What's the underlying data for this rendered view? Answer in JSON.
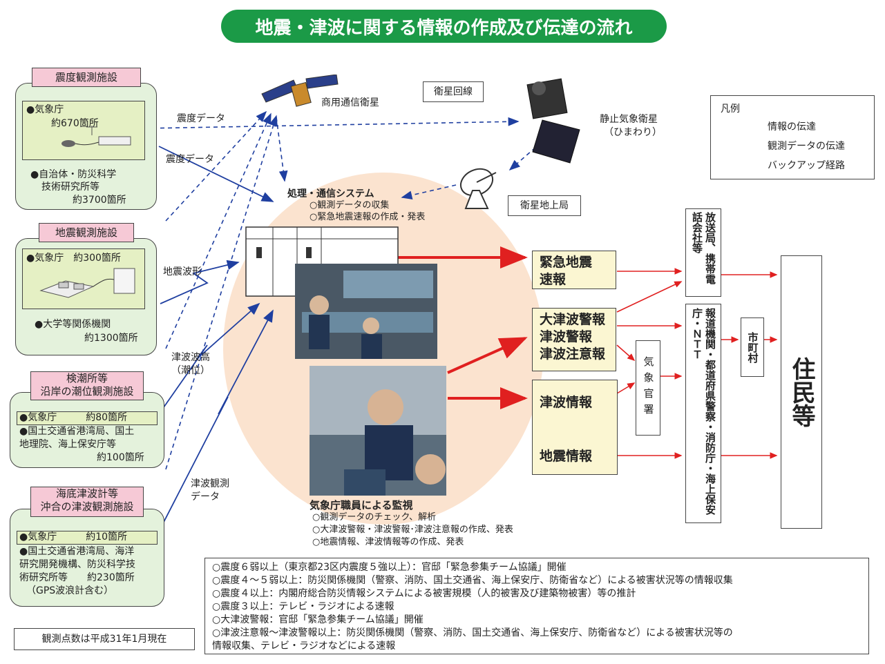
{
  "title": "地震・津波に関する情報の作成及び伝達の流れ",
  "facilities": {
    "shindo": {
      "tag": "震度観測施設",
      "jma_line1": "●気象庁",
      "jma_line2": "約670箇所",
      "other_line1": "●自治体・防災科学",
      "other_line2": "技術研究所等",
      "other_line3": "約3700箇所"
    },
    "jishin": {
      "tag": "地震観測施設",
      "jma_line1": "●気象庁　約300箇所",
      "other_line1": "●大学等関係機関",
      "other_line2": "約1300箇所"
    },
    "kencho": {
      "tag_line1": "検潮所等",
      "tag_line2": "沿岸の潮位観測施設",
      "jma_line": "●気象庁　　　約80箇所",
      "other_line1": "●国土交通省港湾局、国土",
      "other_line2": "地理院、海上保安庁等",
      "other_line3": "約100箇所"
    },
    "kaitei": {
      "tag_line1": "海底津波計等",
      "tag_line2": "沖合の津波観測施設",
      "jma_line": "●気象庁　　　約10箇所",
      "other_line1": "●国土交通省港湾局、海洋",
      "other_line2": "研究開発機構、防災科学技",
      "other_line3": "術研究所等　　約230箇所",
      "other_line4": "（GPS波浪計含む）"
    }
  },
  "link_labels": {
    "shindo_data_1": "震度データ",
    "shindo_data_2": "震度データ",
    "jishin_wave": "地震波形",
    "tsunami_height_1": "津波波高",
    "tsunami_height_2": "（潮位）",
    "tsunami_obs_1": "津波観測",
    "tsunami_obs_2": "データ"
  },
  "satellites": {
    "commercial": "商用通信衛星",
    "sat_line": "衛星回線",
    "himawari_1": "静止気象衛星",
    "himawari_2": "（ひまわり）",
    "ground_station": "衛星地上局"
  },
  "system": {
    "heading": "処理・通信システム",
    "item1": "○観測データの収集",
    "item2": "○緊急地震速報の作成・発表"
  },
  "monitoring": {
    "heading": "気象庁職員による監視",
    "item1": "○観測データのチェック、解析",
    "item2": "○大津波警報・津波警報･津波注意報の作成、発表",
    "item3": "○地震情報、津波情報等の作成、発表"
  },
  "outputs": {
    "eew_1": "緊急地震",
    "eew_2": "速報",
    "warn_1": "大津波警報",
    "warn_2": "津波警報",
    "warn_3": "津波注意報",
    "tsunami_info": "津波情報",
    "quake_info": "地震情報"
  },
  "recipients": {
    "broadcast": "放送局、携帯電話会社等",
    "local_met": "気象官署",
    "agencies": "報道機関・都道府県警察・消防庁・海上保安庁・ＮＴＴ",
    "municipality": "市町村",
    "residents": "住民等"
  },
  "legend": {
    "title": "凡例",
    "red": "情報の伝達",
    "blue": "観測データの伝達",
    "dashed": "バックアップ経路",
    "colors": {
      "red": "#e02020",
      "blue": "#1f3fa0"
    }
  },
  "footnote": "観測点数は平成31年1月現在",
  "notes": [
    "○震度６弱以上（東京都23区内震度５強以上）：官邸「緊急参集チーム協議」開催",
    "○震度４～５弱以上：防災関係機関（警察、消防、国土交通省、海上保安庁、防衛省など）による被害状況等の情報収集",
    "○震度４以上：内閣府総合防災情報システムによる被害規模（人的被害及び建築物被害）等の推計",
    "○震度３以上：テレビ・ラジオによる速報",
    "○大津波警報：官邸「緊急参集チーム協議」開催",
    "○津波注意報～津波警報以上：防災関係機関（警察、消防、国土交通省、海上保安庁、防衛省など）による被害状況等の",
    "情報収集、テレビ・ラジオなどによる速報"
  ]
}
